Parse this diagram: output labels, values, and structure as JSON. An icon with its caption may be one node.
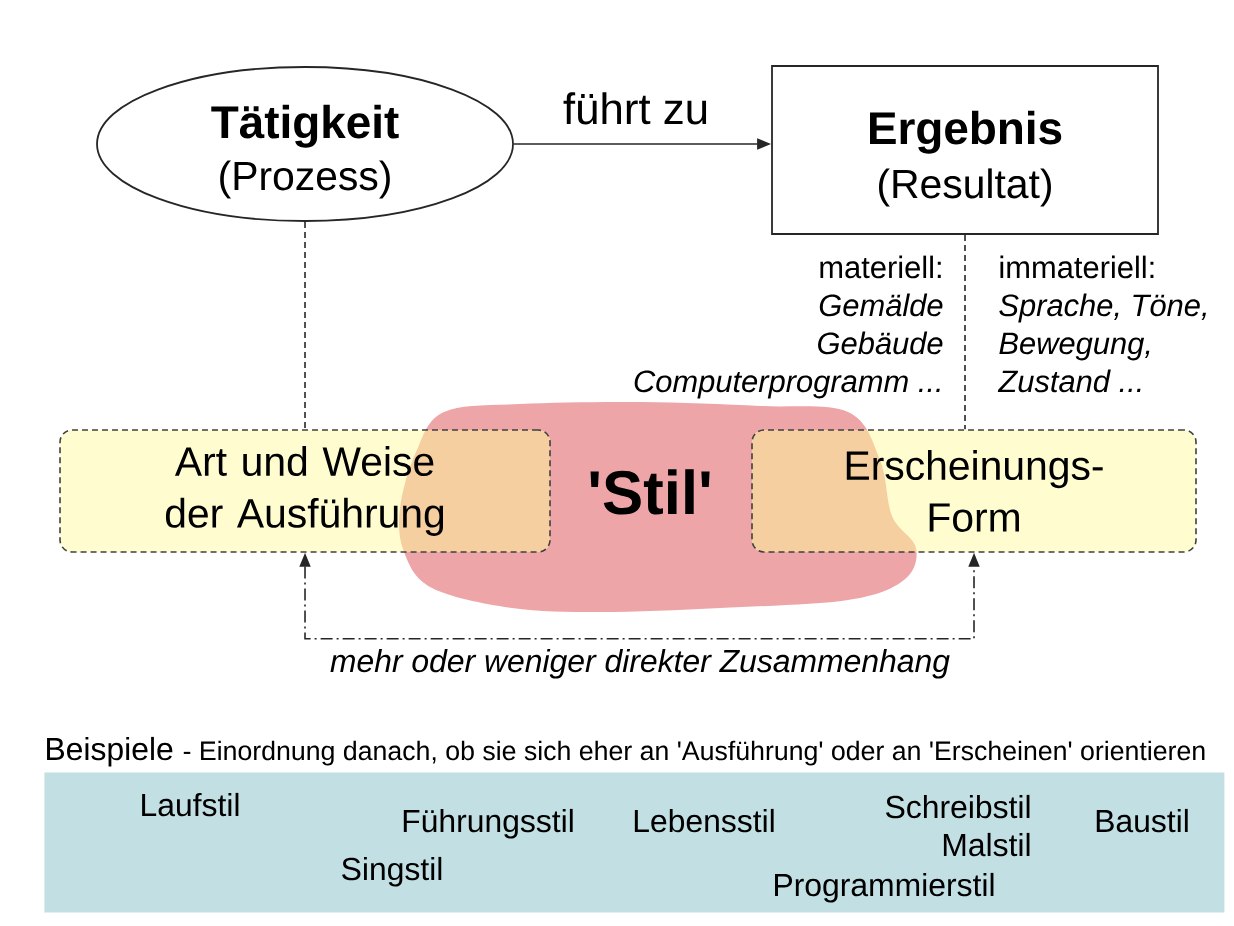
{
  "diagram": {
    "nodes": [
      {
        "text": [
          "Tätigkeit",
          "(Prozess)"
        ]
      },
      {
        "text": [
          "Ergebnis",
          "(Resultat)"
        ]
      },
      {
        "text": [
          "Art und Weise der Ausführung"
        ]
      },
      {
        "text": [
          "'Stil'"
        ]
      },
      {
        "text": [
          "Erscheinungs- Form"
        ]
      },
      {
        "text": [
          "Beispiele",
          "- Einordnung danach, ob sie sich eher an 'Ausführung' oder an 'Erscheinen' orientieren",
          "Laufstil",
          "Singstil",
          "Führungsstil",
          "Lebensstil",
          "Schreibstil",
          "Malstil",
          "Programmierstil",
          "Baustil"
        ]
      }
    ],
    "edges": [
      {
        "from": 0,
        "to": 1,
        "arrow": "to",
        "label": "führt zu"
      },
      {
        "from": 0,
        "to": 2,
        "arrow": "none",
        "style": "dashed"
      },
      {
        "from": 1,
        "to": 4,
        "arrow": "none",
        "style": "dashed"
      },
      {
        "from": 2,
        "to": 4,
        "arrow": "both",
        "style": "dashed",
        "label": "mehr oder weniger direkter Zusammenhang"
      }
    ],
    "labels": [
      "materiell:",
      "Gemälde",
      "Gebäude",
      "Computerprogramm ...",
      "immateriell:",
      "Sprache, Töne,",
      "Bewegung,",
      "Zustand ..."
    ]
  }
}
